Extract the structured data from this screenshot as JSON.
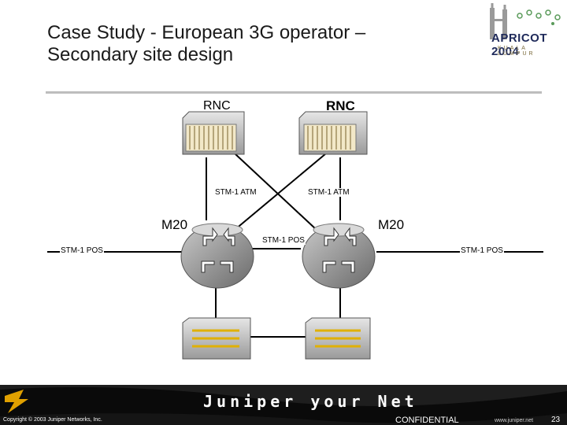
{
  "slide": {
    "title": "Case Study - European 3G operator –\nSecondary site design"
  },
  "logo": {
    "name": "APRICOT 2004",
    "sub": "KUALA LUMPUR"
  },
  "diagram": {
    "rnc_left_label": "RNC",
    "rnc_right_label": "RNC",
    "m20_left_label": "M20",
    "m20_right_label": "M20",
    "link_left_atm": "STM-1 ATM",
    "link_right_atm": "STM-1 ATM",
    "link_middle_pos": "STM-1 POS",
    "link_left_pos": "STM-1 POS",
    "link_right_pos": "STM-1 POS"
  },
  "footer": {
    "brand": "Juniper your Net",
    "copyright": "Copyright © 2003 Juniper Networks, Inc.",
    "confidential": "CONFIDENTIAL",
    "url": "www.juniper.net",
    "page_number": "23"
  },
  "colors": {
    "router_body": "#8a8a8a",
    "rnc_body": "#f0e6c8",
    "footer_bg": "#0a0a0a",
    "footer_accent": "#e0a000"
  }
}
